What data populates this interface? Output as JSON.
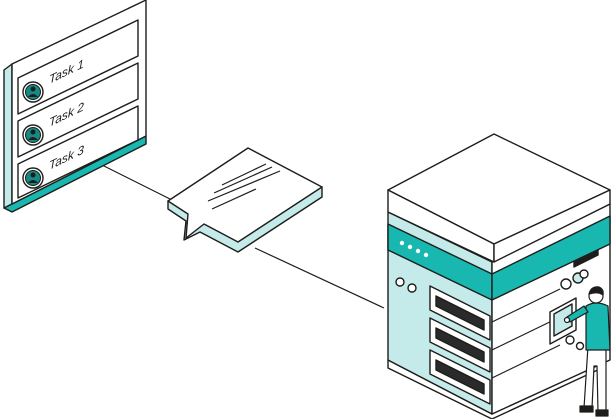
{
  "task_panel": {
    "tasks": [
      {
        "label": "Task 1"
      },
      {
        "label": "Task 2"
      },
      {
        "label": "Task 3"
      }
    ]
  },
  "colors": {
    "teal": "#18b8b1",
    "light_teal": "#c5eaea",
    "avatar_teal": "#158a84",
    "outline": "#1d1d1b",
    "dark_slot": "#2a2a2a",
    "white": "#ffffff"
  }
}
